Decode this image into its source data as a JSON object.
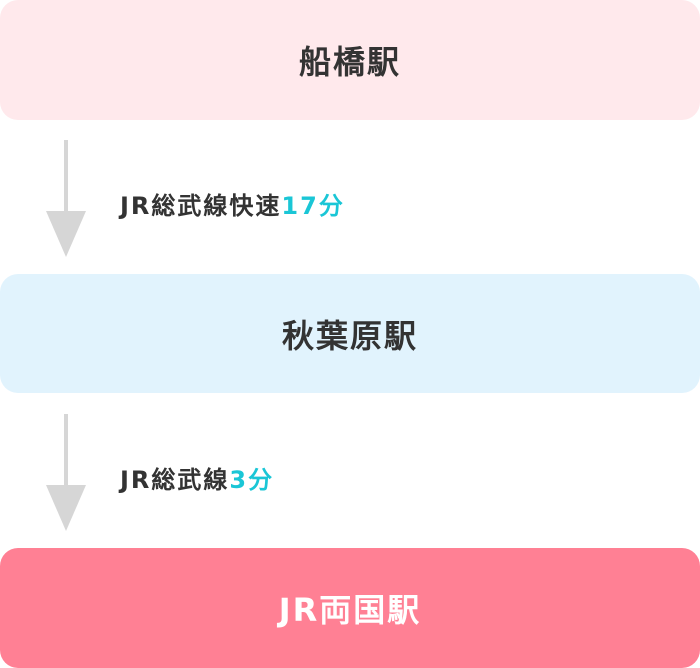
{
  "stations": [
    {
      "name": "船橋駅"
    },
    {
      "name": "秋葉原駅"
    },
    {
      "name": "JR両国駅"
    }
  ],
  "routes": [
    {
      "line": "JR総武線快速",
      "time": "17分"
    },
    {
      "line": "JR総武線",
      "time": "3分"
    }
  ],
  "colors": {
    "start": "#ffe9ec",
    "transfer": "#e1f3fd",
    "destination": "#ff8094",
    "accent": "#1ac6d6",
    "arrow": "#d6d6d6"
  }
}
